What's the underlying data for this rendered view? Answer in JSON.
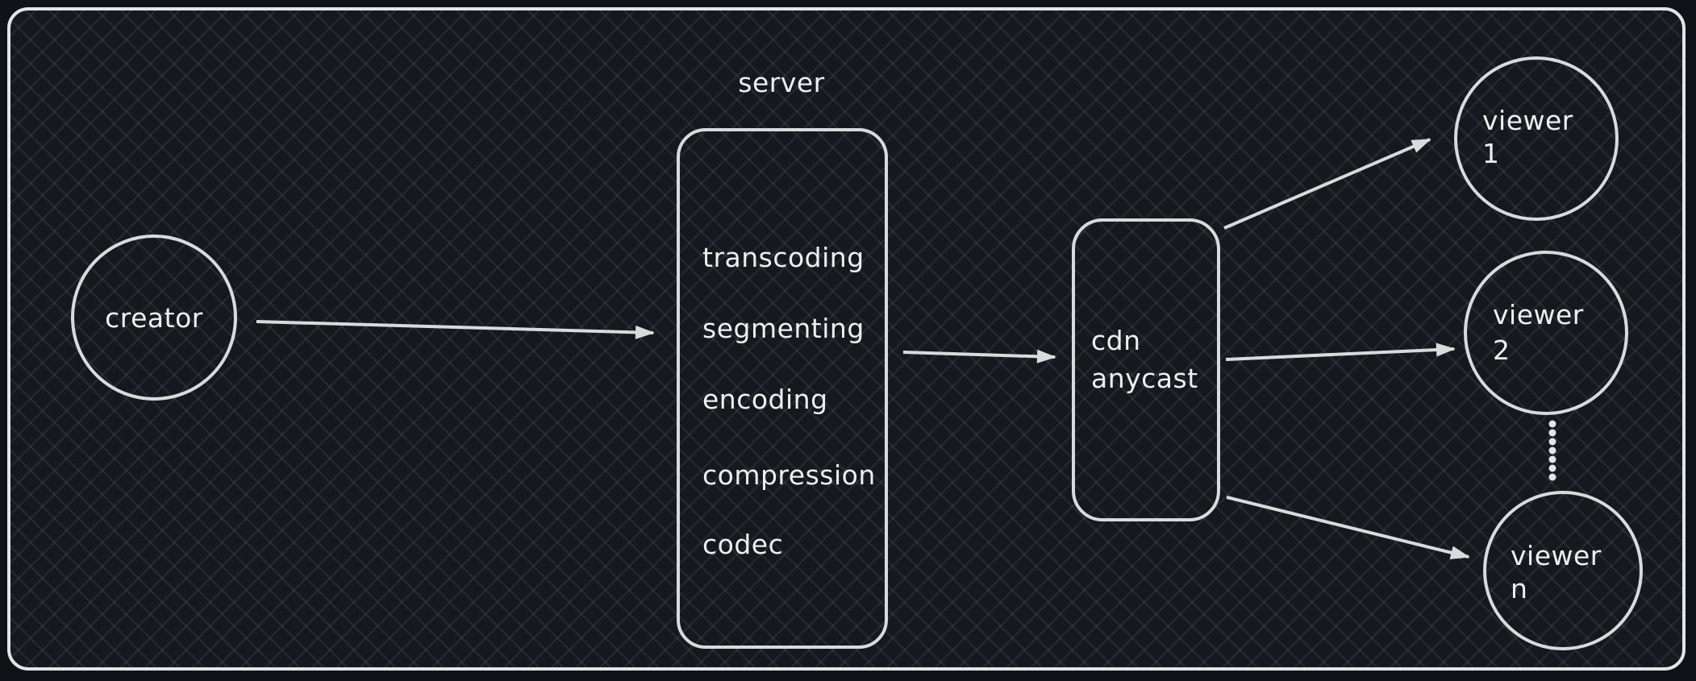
{
  "diagram": {
    "type": "flow-diagram",
    "theme": "dark-sketch"
  },
  "creator": {
    "label": "creator"
  },
  "server": {
    "title": "server",
    "items": [
      "transcoding",
      "segmenting",
      "encoding",
      "compression",
      "codec"
    ]
  },
  "cdn": {
    "line1": "cdn",
    "line2": "anycast"
  },
  "viewers": [
    {
      "line1": "viewer",
      "line2": "1"
    },
    {
      "line1": "viewer",
      "line2": "2"
    },
    {
      "line1": "viewer",
      "line2": "n"
    }
  ],
  "colors": {
    "page_background": "#101217",
    "canvas_background": "#16181d",
    "hatch_line": "#262b33",
    "stroke": "#d8dadc",
    "text": "#eceef0",
    "frame_border": "#e3e4e6"
  }
}
